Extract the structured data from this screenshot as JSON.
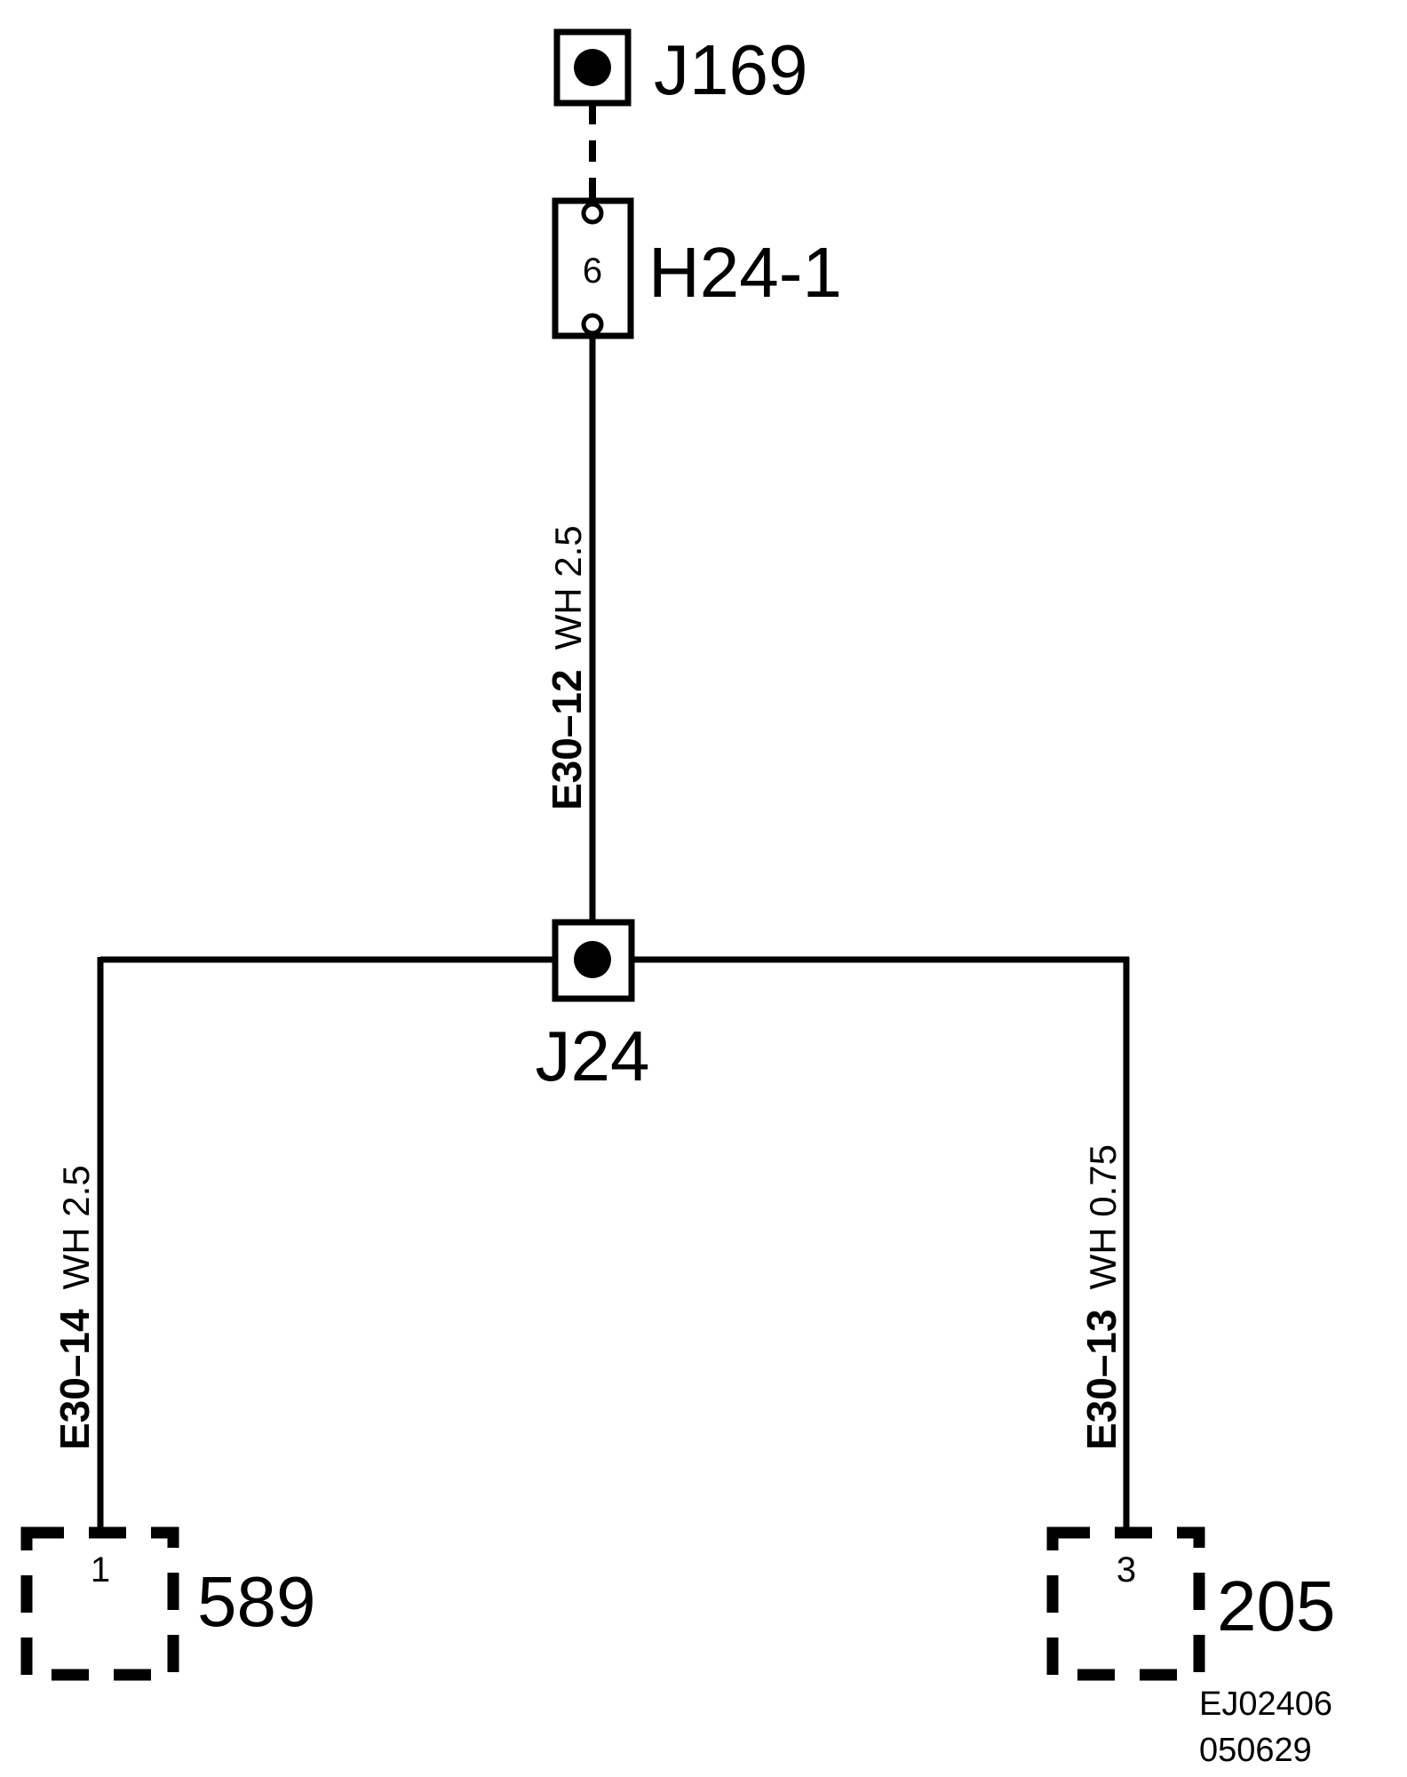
{
  "components": {
    "j169": {
      "label": "J169"
    },
    "h24": {
      "label": "H24-1",
      "pin": "6"
    },
    "j24": {
      "label": "J24"
    },
    "c589": {
      "label": "589",
      "pin": "1"
    },
    "c205": {
      "label": "205",
      "pin": "3"
    }
  },
  "wires": {
    "top": {
      "code": "E30–12",
      "spec": "WH 2.5"
    },
    "left": {
      "code": "E30–14",
      "spec": "WH 2.5"
    },
    "right": {
      "code": "E30–13",
      "spec": "WH 0.75"
    }
  },
  "reference": {
    "line1": "EJ02406",
    "line2": "050629"
  }
}
